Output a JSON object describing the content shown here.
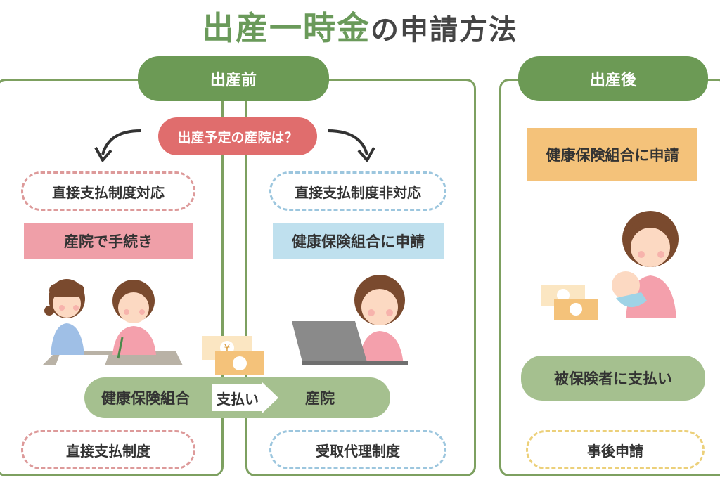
{
  "title": {
    "main": "出産一時金",
    "suffix": "の申請方法"
  },
  "before": {
    "header": "出産前",
    "question": "出産予定の産院は？",
    "left": {
      "status": "直接支払制度対応",
      "action": "産院で手続き",
      "system": "直接支払制度"
    },
    "right": {
      "status": "直接支払制度非対応",
      "action": "健康保険組合に申請",
      "system": "受取代理制度"
    },
    "flow": {
      "from": "健康保険組合",
      "arrow": "支払い",
      "to": "産院"
    }
  },
  "after": {
    "header": "出産後",
    "action": "健康保険組合に申請",
    "payment": "被保険者に支払い",
    "system": "事後申請"
  },
  "yen_symbol": "¥",
  "colors": {
    "green": "#6c9a55",
    "light_green": "#a5c08f",
    "question_red": "#e06d6d",
    "pink_box": "#ef9fa8",
    "blue_box": "#bfe0ee",
    "orange_box": "#f4c27a"
  }
}
